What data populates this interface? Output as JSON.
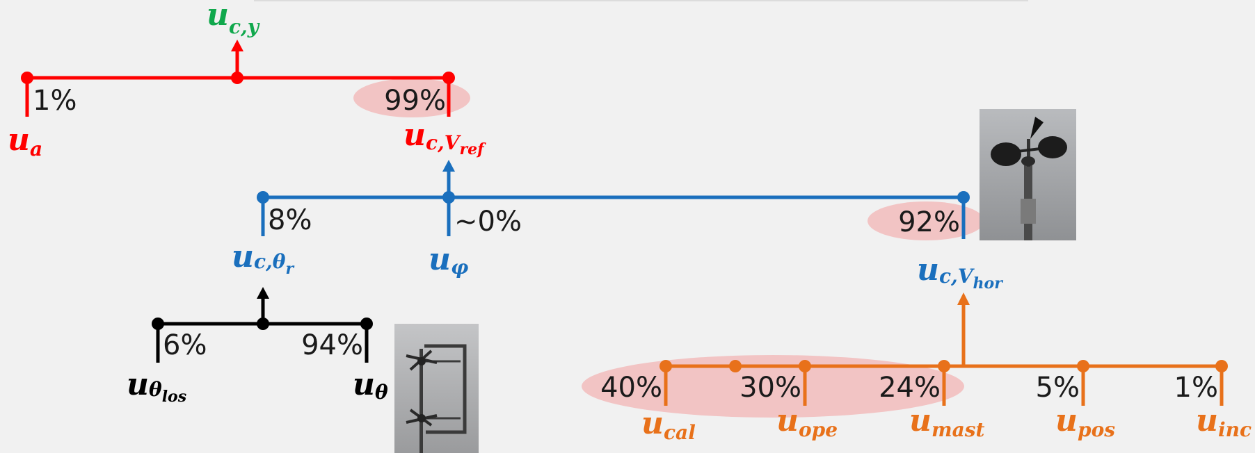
{
  "colors": {
    "red": "#ff0000",
    "blue": "#1a6fbd",
    "black": "#000000",
    "orange": "#e8711a",
    "green": "#10a84c",
    "highlight": "#f2c4c4",
    "background": "#f1f1f1"
  },
  "top_group": {
    "result_symbol": {
      "main": "u",
      "sub": "c,y"
    },
    "items": [
      {
        "percent": "1%",
        "symbol": {
          "main": "u",
          "sub": "a"
        }
      },
      {
        "percent": "99%",
        "symbol": {
          "main": "u",
          "sub": "c,V",
          "subsub": "ref"
        },
        "highlighted": true
      }
    ]
  },
  "middle_group": {
    "result_symbol": {
      "main": "u",
      "sub": "c,V",
      "subsub": "ref"
    },
    "items": [
      {
        "percent": "8%",
        "symbol": {
          "main": "u",
          "sub": "c,θ",
          "subsub": "r"
        }
      },
      {
        "percent": "~0%",
        "symbol": {
          "main": "u",
          "sub": "φ"
        }
      },
      {
        "percent": "92%",
        "symbol": {
          "main": "u",
          "sub": "c,V",
          "subsub": "hor"
        },
        "highlighted": true
      }
    ]
  },
  "direction_group": {
    "result_symbol": {
      "main": "u",
      "sub": "c,θ",
      "subsub": "r"
    },
    "items": [
      {
        "percent": "6%",
        "symbol": {
          "main": "u",
          "sub": "θ",
          "subsub": "los"
        }
      },
      {
        "percent": "94%",
        "symbol": {
          "main": "u",
          "sub": "θ"
        }
      }
    ]
  },
  "speed_group": {
    "result_symbol": {
      "main": "u",
      "sub": "c,V",
      "subsub": "hor"
    },
    "items": [
      {
        "percent": "40%",
        "symbol": {
          "main": "u",
          "sub": "cal"
        },
        "highlighted": true
      },
      {
        "percent": "30%",
        "symbol": {
          "main": "u",
          "sub": "ope"
        },
        "highlighted": true
      },
      {
        "percent": "24%",
        "symbol": {
          "main": "u",
          "sub": "mast"
        },
        "highlighted": true
      },
      {
        "percent": "5%",
        "symbol": {
          "main": "u",
          "sub": "pos"
        }
      },
      {
        "percent": "1%",
        "symbol": {
          "main": "u",
          "sub": "inc"
        }
      }
    ]
  },
  "photos": [
    {
      "icon": "cup-anemometer-photo"
    },
    {
      "icon": "wind-vane-photo"
    }
  ]
}
